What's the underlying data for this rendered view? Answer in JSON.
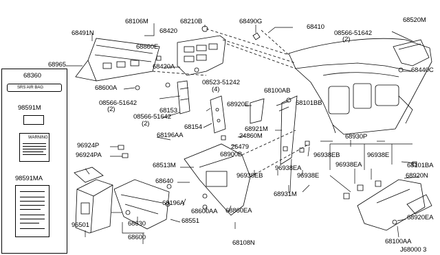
{
  "diagram": {
    "part_labels": [
      "68106M",
      "68210B",
      "68490G",
      "68410",
      "68520M",
      "68491N",
      "68420",
      "08566-51642",
      "(2)",
      "68860E",
      "68965",
      "68420A",
      "68440C",
      "68600A",
      "08523-51242",
      "(4)",
      "68100AB",
      "68101BB",
      "68920E",
      "08566-51642",
      "(2)",
      "68153",
      "08566-51642",
      "(2)",
      "68154",
      "68921M",
      "24860M",
      "68930P",
      "68196AA",
      "26479",
      "96924P",
      "96924PA",
      "68900B",
      "96938EB",
      "96938E",
      "96938EA",
      "68101BA",
      "68513M",
      "96938EB",
      "96938EA",
      "96938E",
      "68920N",
      "68640",
      "68931M",
      "68196A",
      "68600AA",
      "68860EA",
      "68920EA",
      "68551",
      "96501",
      "68630",
      "68100AA",
      "68600",
      "68108N",
      "J68000 3"
    ],
    "inset_boxes": [
      {
        "part": "68360",
        "sticker_text": "SRS AIR BAG"
      },
      {
        "part": "98591M",
        "sticker_heading": "WARNING"
      },
      {
        "part": "98591MA"
      }
    ]
  }
}
